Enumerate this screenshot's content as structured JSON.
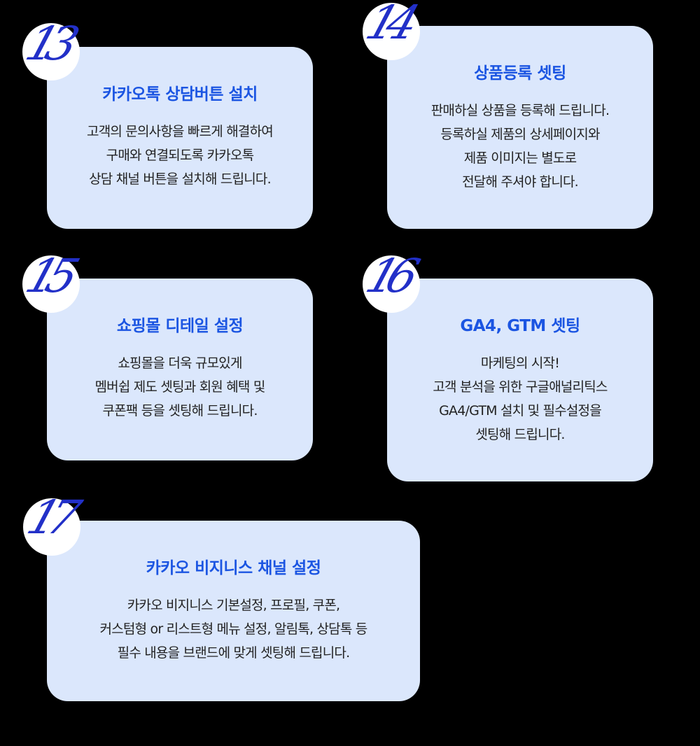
{
  "colors": {
    "background": "#000000",
    "card": "#dbe7fc",
    "title": "#1b55e2",
    "number": "#2230c8"
  },
  "cards": [
    {
      "number": "13",
      "title": "카카오톡 상담버튼 설치",
      "lines": [
        "고객의 문의사항을 빠르게 해결하여",
        "구매와 연결되도록 카카오톡",
        "상담 채널 버튼을 설치해 드립니다."
      ]
    },
    {
      "number": "14",
      "title": "상품등록 셋팅",
      "lines": [
        "판매하실 상품을 등록해 드립니다.",
        "등록하실 제품의 상세페이지와",
        "제품 이미지는 별도로",
        "전달해 주셔야 합니다."
      ]
    },
    {
      "number": "15",
      "title": "쇼핑몰 디테일 설정",
      "lines": [
        "쇼핑몰을 더욱 규모있게",
        "멤버쉽 제도 셋팅과 회원 혜택 및",
        "쿠폰팩 등을 셋팅해 드립니다."
      ]
    },
    {
      "number": "16",
      "title": "GA4, GTM 셋팅",
      "lines": [
        "마케팅의 시작!",
        "고객 분석을 위한 구글애널리틱스",
        "GA4/GTM 설치 및 필수설정을",
        "셋팅해 드립니다."
      ]
    },
    {
      "number": "17",
      "title": "카카오 비지니스 채널 설정",
      "lines": [
        "카카오 비지니스 기본설정, 프로필, 쿠폰,",
        "커스텀형 or 리스트형 메뉴 설정, 알림톡, 상담톡 등",
        "필수 내용을 브랜드에 맞게 셋팅해 드립니다."
      ]
    }
  ]
}
